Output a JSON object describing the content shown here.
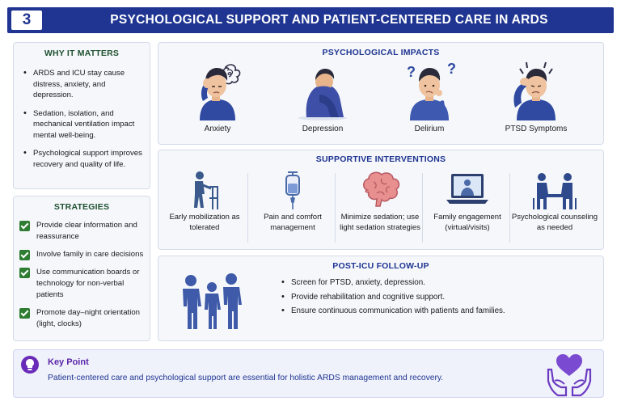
{
  "header": {
    "number": "3",
    "title": "PSYCHOLOGICAL SUPPORT AND PATIENT-CENTERED CARE IN ARDS"
  },
  "why": {
    "title": "WHY IT MATTERS",
    "items": [
      "ARDS and ICU stay cause distress, anxiety, and depression.",
      "Sedation, isolation, and mechanical ventilation impact mental well-being.",
      "Psychological support improves recovery and quality of life."
    ]
  },
  "strategies": {
    "title": "STRATEGIES",
    "items": [
      "Provide clear information and reassurance",
      "Involve family in care decisions",
      "Use communication boards or technology for non-verbal patients",
      "Promote day–night orientation (light, clocks)"
    ]
  },
  "impacts": {
    "title": "PSYCHOLOGICAL IMPACTS",
    "items": [
      {
        "label": "Anxiety",
        "icon": "anxious-person-icon"
      },
      {
        "label": "Depression",
        "icon": "depressed-person-icon"
      },
      {
        "label": "Delirium",
        "icon": "confused-person-icon"
      },
      {
        "label": "PTSD Symptoms",
        "icon": "distressed-person-icon"
      }
    ]
  },
  "interventions": {
    "title": "SUPPORTIVE INTERVENTIONS",
    "items": [
      {
        "label": "Early mobilization as tolerated",
        "icon": "walker-mobilization-icon"
      },
      {
        "label": "Pain and comfort management",
        "icon": "iv-drip-icon"
      },
      {
        "label": "Minimize sedation; use light sedation strategies",
        "icon": "brain-icon"
      },
      {
        "label": "Family engagement (virtual/visits)",
        "icon": "video-call-laptop-icon"
      },
      {
        "label": "Psychological counseling as needed",
        "icon": "counseling-session-icon"
      }
    ]
  },
  "post_icu": {
    "title": "POST-ICU FOLLOW-UP",
    "items": [
      "Screen for PTSD, anxiety, depression.",
      "Provide rehabilitation and cognitive support.",
      "Ensure continuous communication with patients and families."
    ]
  },
  "key_point": {
    "title": "Key Point",
    "text": "Patient-centered care and psychological support are essential for holistic ARDS management and recovery."
  },
  "colors": {
    "header_bg": "#1f3591",
    "accent_blue": "#1f3591",
    "green_check": "#2e7d32",
    "purple": "#6a2bb8"
  }
}
